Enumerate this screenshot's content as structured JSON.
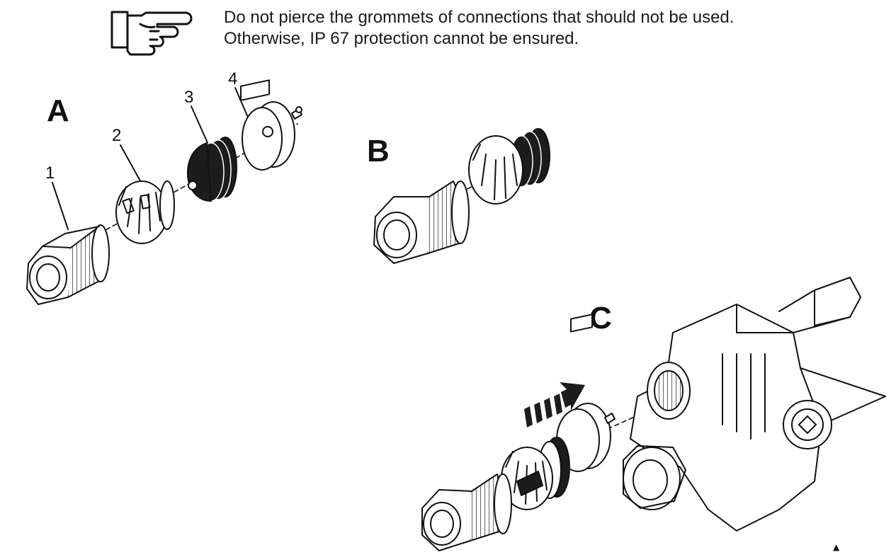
{
  "note": {
    "line1": "Do not pierce the grommets of connections that should not be used.",
    "line2": "Otherwise, IP 67 protection cannot be ensured.",
    "icon": "pointing-hand-icon"
  },
  "panels": {
    "a": "A",
    "b": "B",
    "c": "C"
  },
  "callouts": {
    "c1": "1",
    "c2": "2",
    "c3": "3",
    "c4": "4"
  },
  "corner_mark": "▲",
  "colors": {
    "ink": "#111111",
    "paper": "#ffffff",
    "grommet": "#1c1c1c",
    "shade": "#bdbdbd"
  }
}
